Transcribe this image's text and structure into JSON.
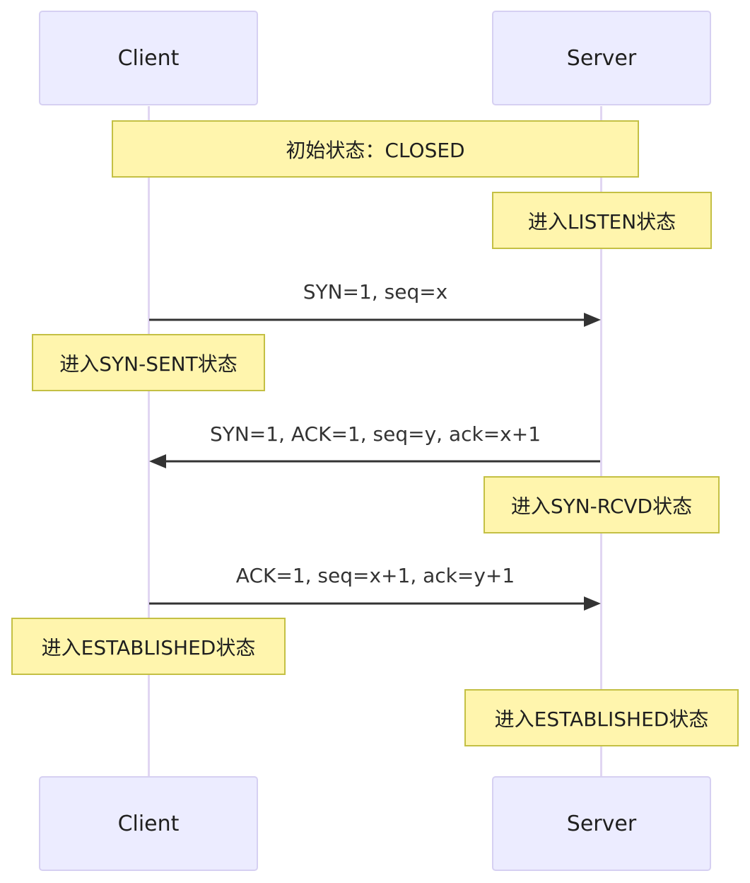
{
  "participants": {
    "client": "Client",
    "server": "Server"
  },
  "notes": {
    "initial": "初始状态：CLOSED",
    "server_listen": "进入LISTEN状态",
    "client_syn_sent": "进入SYN-SENT状态",
    "server_syn_rcvd": "进入SYN-RCVD状态",
    "client_established": "进入ESTABLISHED状态",
    "server_established": "进入ESTABLISHED状态"
  },
  "messages": {
    "syn": "SYN=1, seq=x",
    "syn_ack": "SYN=1, ACK=1, seq=y, ack=x+1",
    "ack": "ACK=1, seq=x+1, ack=y+1"
  },
  "colors": {
    "actor_fill": "#ececff",
    "actor_border": "#d6d0f2",
    "note_fill": "#fff5ad",
    "note_border": "#c4c044",
    "lifeline": "#e1d6f2",
    "arrow": "#333333"
  }
}
